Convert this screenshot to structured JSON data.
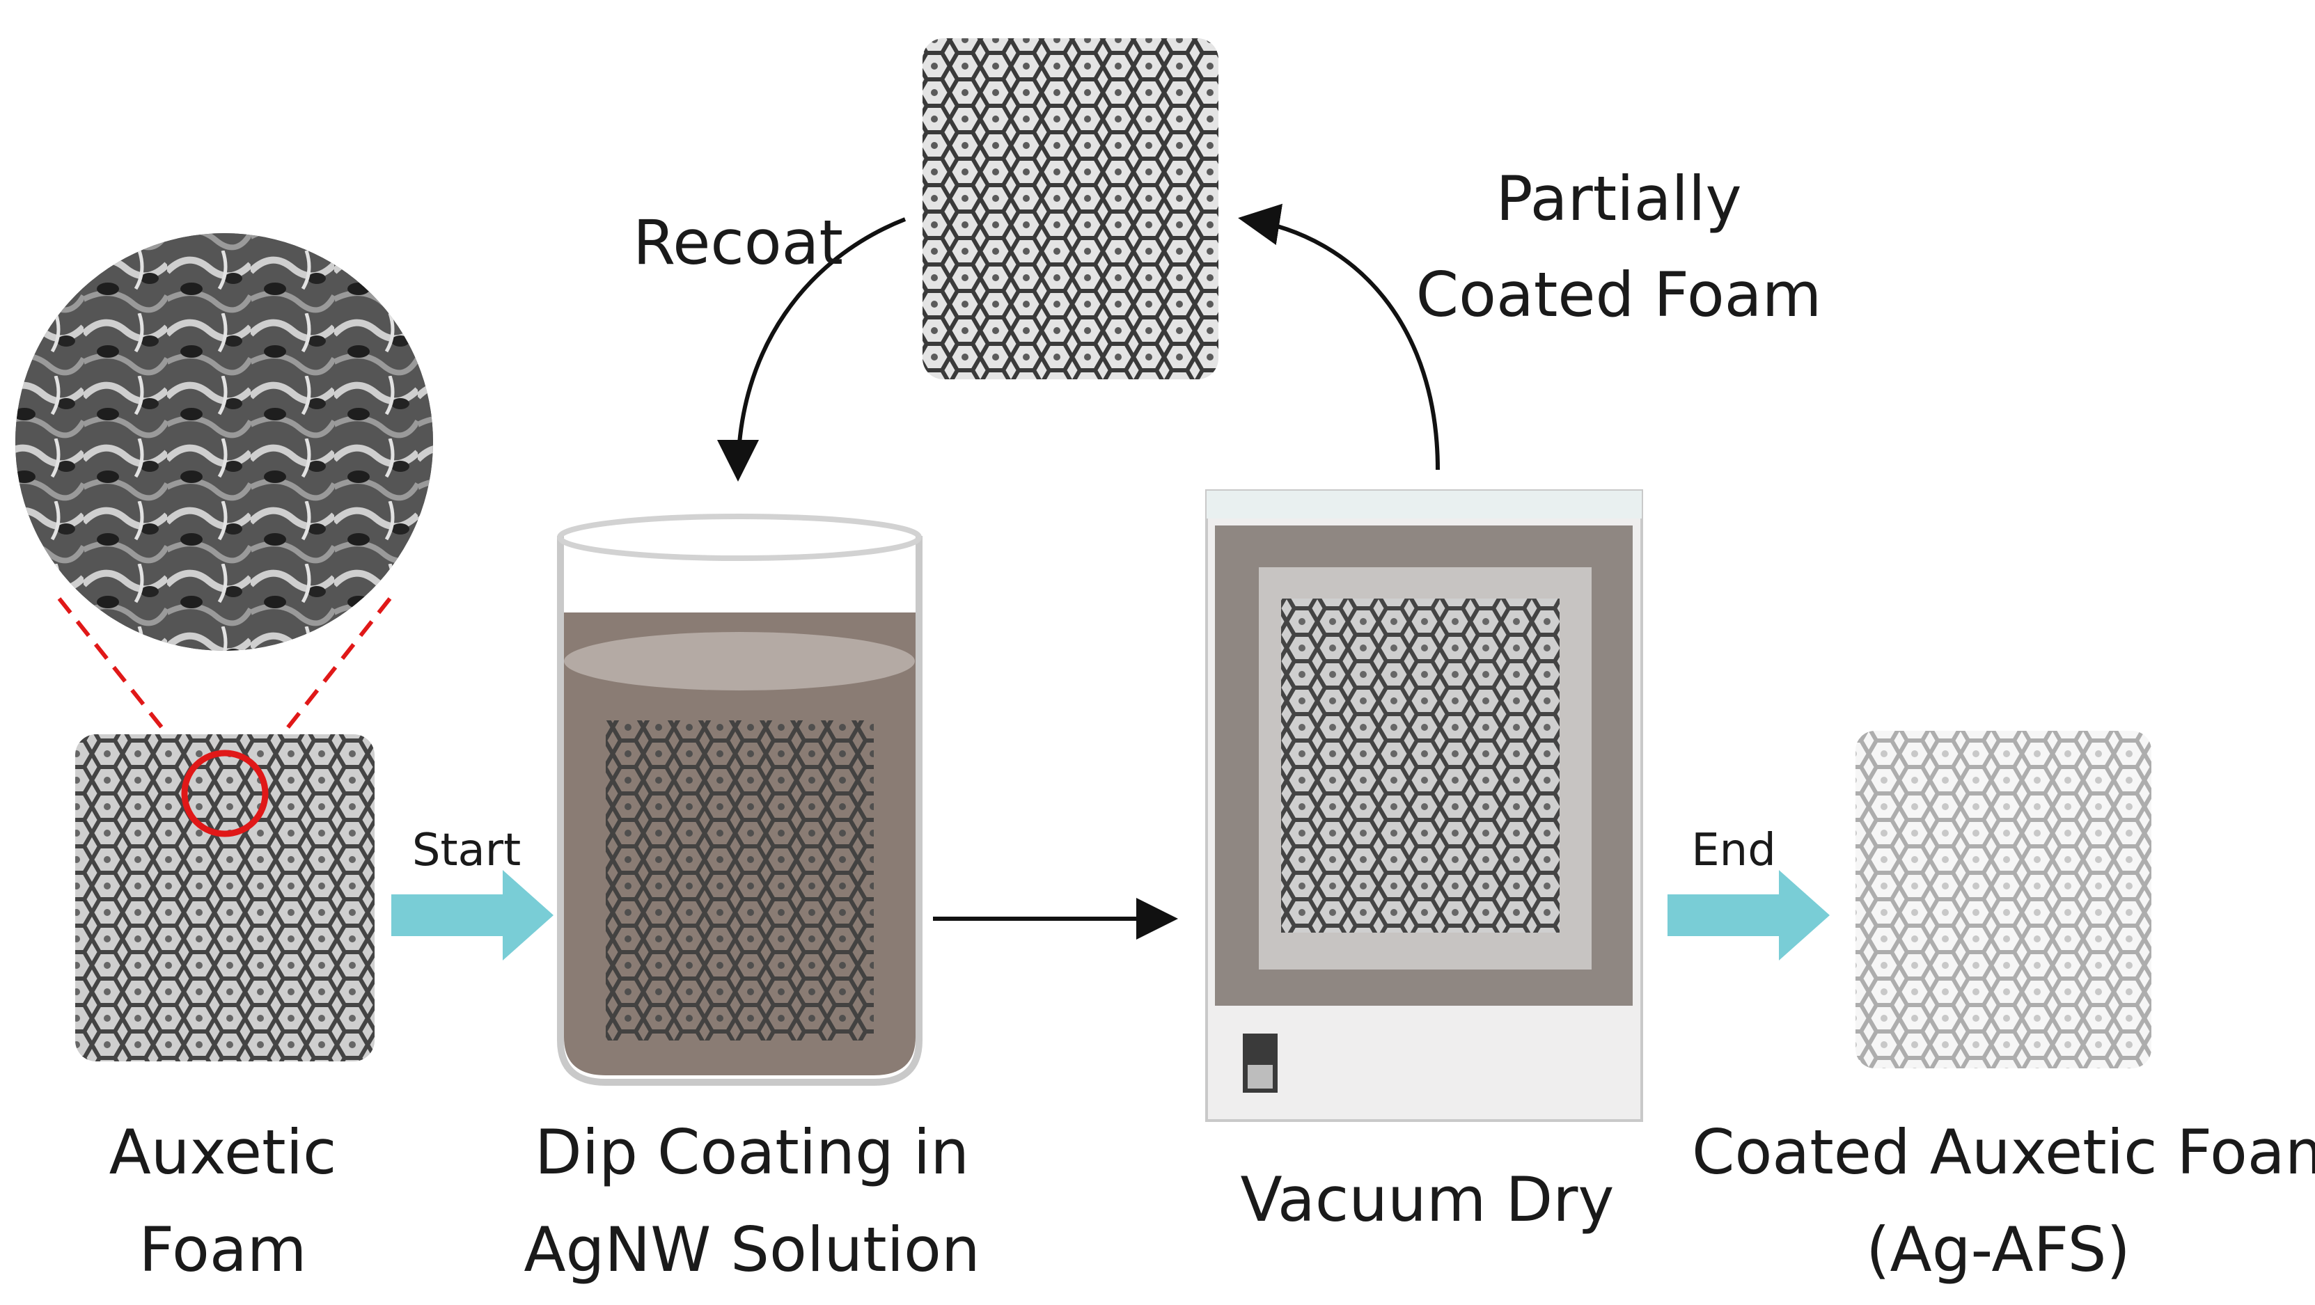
{
  "labels": {
    "auxetic_foam": [
      "Auxetic",
      "Foam"
    ],
    "dip_coating": [
      "Dip Coating in",
      "AgNW Solution"
    ],
    "vacuum_dry": "Vacuum Dry",
    "coated_foam": [
      "Coated Auxetic Foam",
      "(Ag-AFS)"
    ],
    "partially_coated": [
      "Partially",
      "Coated Foam"
    ],
    "recoat": "Recoat",
    "start": "Start",
    "end": "End"
  },
  "colors": {
    "arrow_block": "#79cdd6",
    "arrow_line": "#111111",
    "highlight_circle": "#e01818",
    "foam_dark": "#3c3c3c",
    "foam_light": "#b8b8b8",
    "liquid": "#8a7c74",
    "oven_frame": "#8f8782",
    "oven_body": "#efeeee"
  }
}
